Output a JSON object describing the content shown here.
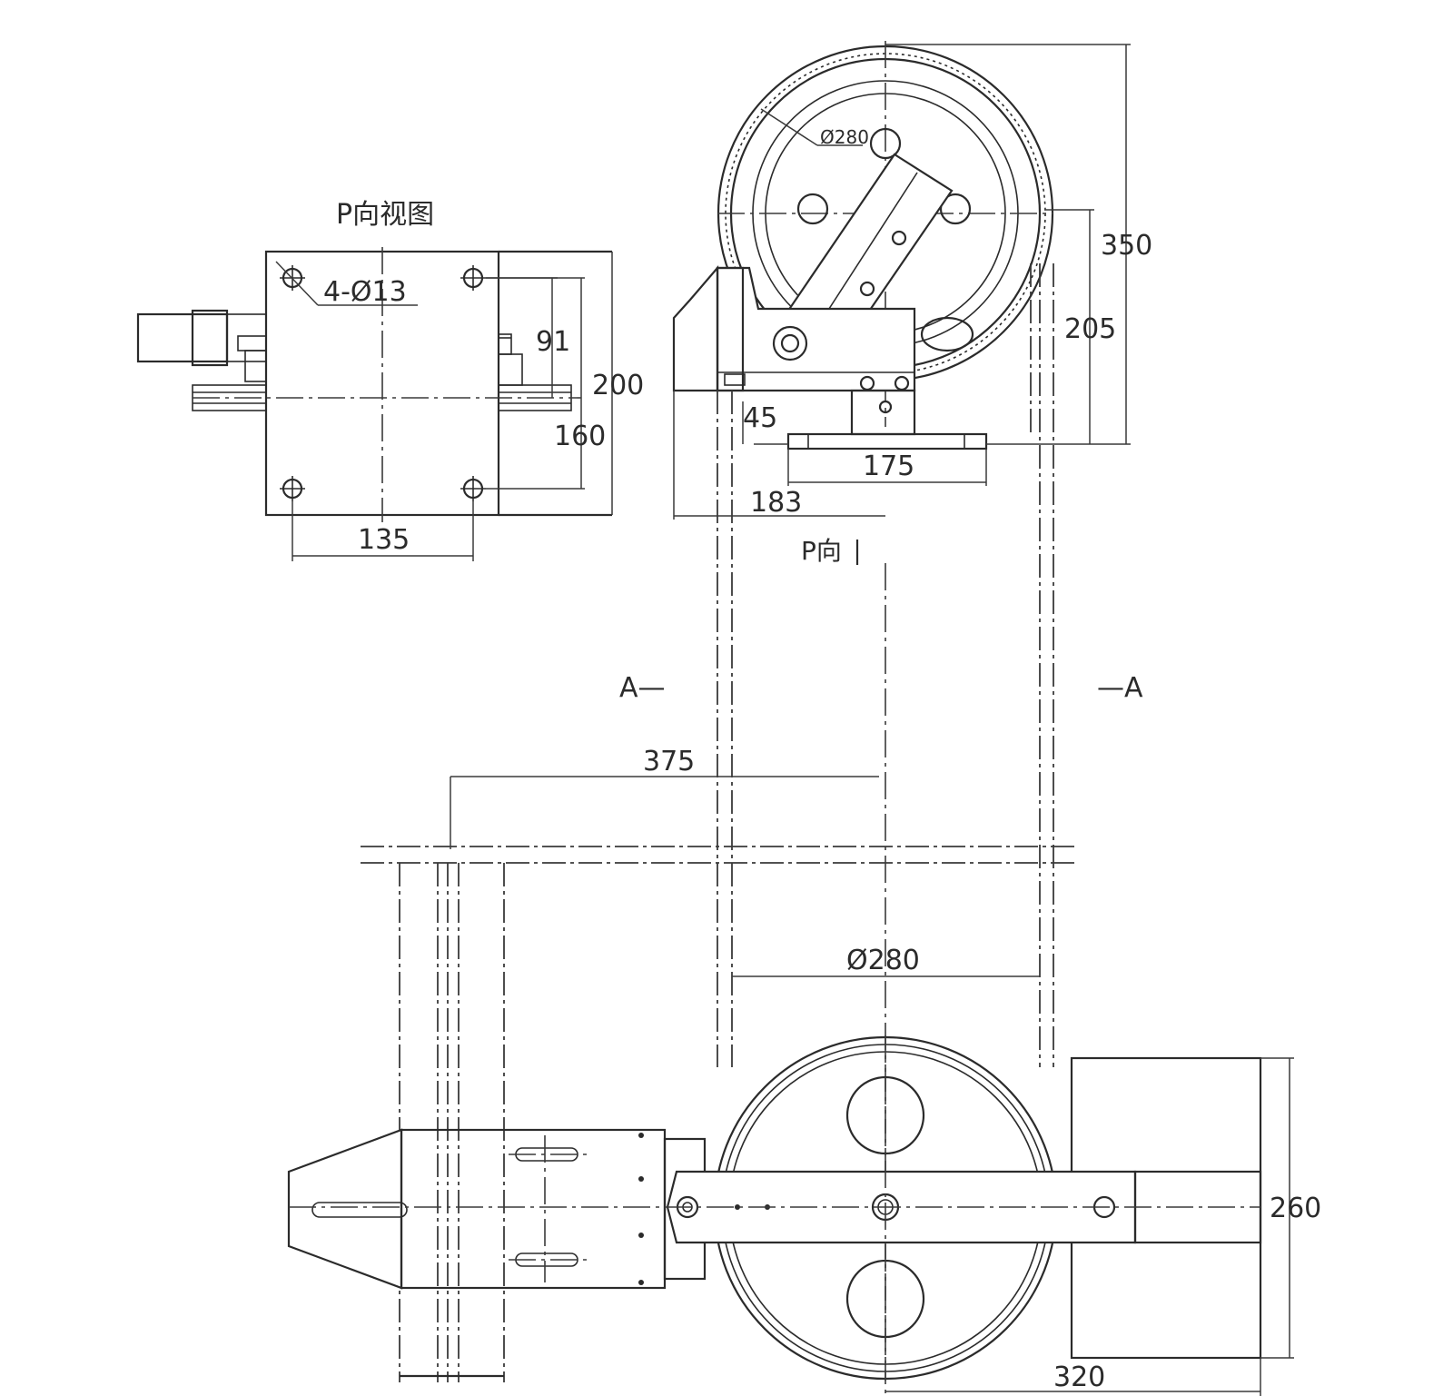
{
  "view_p": {
    "title": "P向视图",
    "holes": "4-Ø13",
    "dim_91": "91",
    "dim_200": "200",
    "dim_160": "160",
    "dim_135": "135"
  },
  "top_view": {
    "dia_small": "Ø280",
    "dim_350": "350",
    "dim_205": "205",
    "dim_45": "45",
    "dim_175": "175",
    "dim_183": "183",
    "p_dir": "P向"
  },
  "section": {
    "a_left": "A—",
    "a_right": "—A"
  },
  "bottom_view": {
    "dim_375": "375",
    "dia_280": "Ø280",
    "dim_260": "260",
    "dim_320": "320"
  }
}
